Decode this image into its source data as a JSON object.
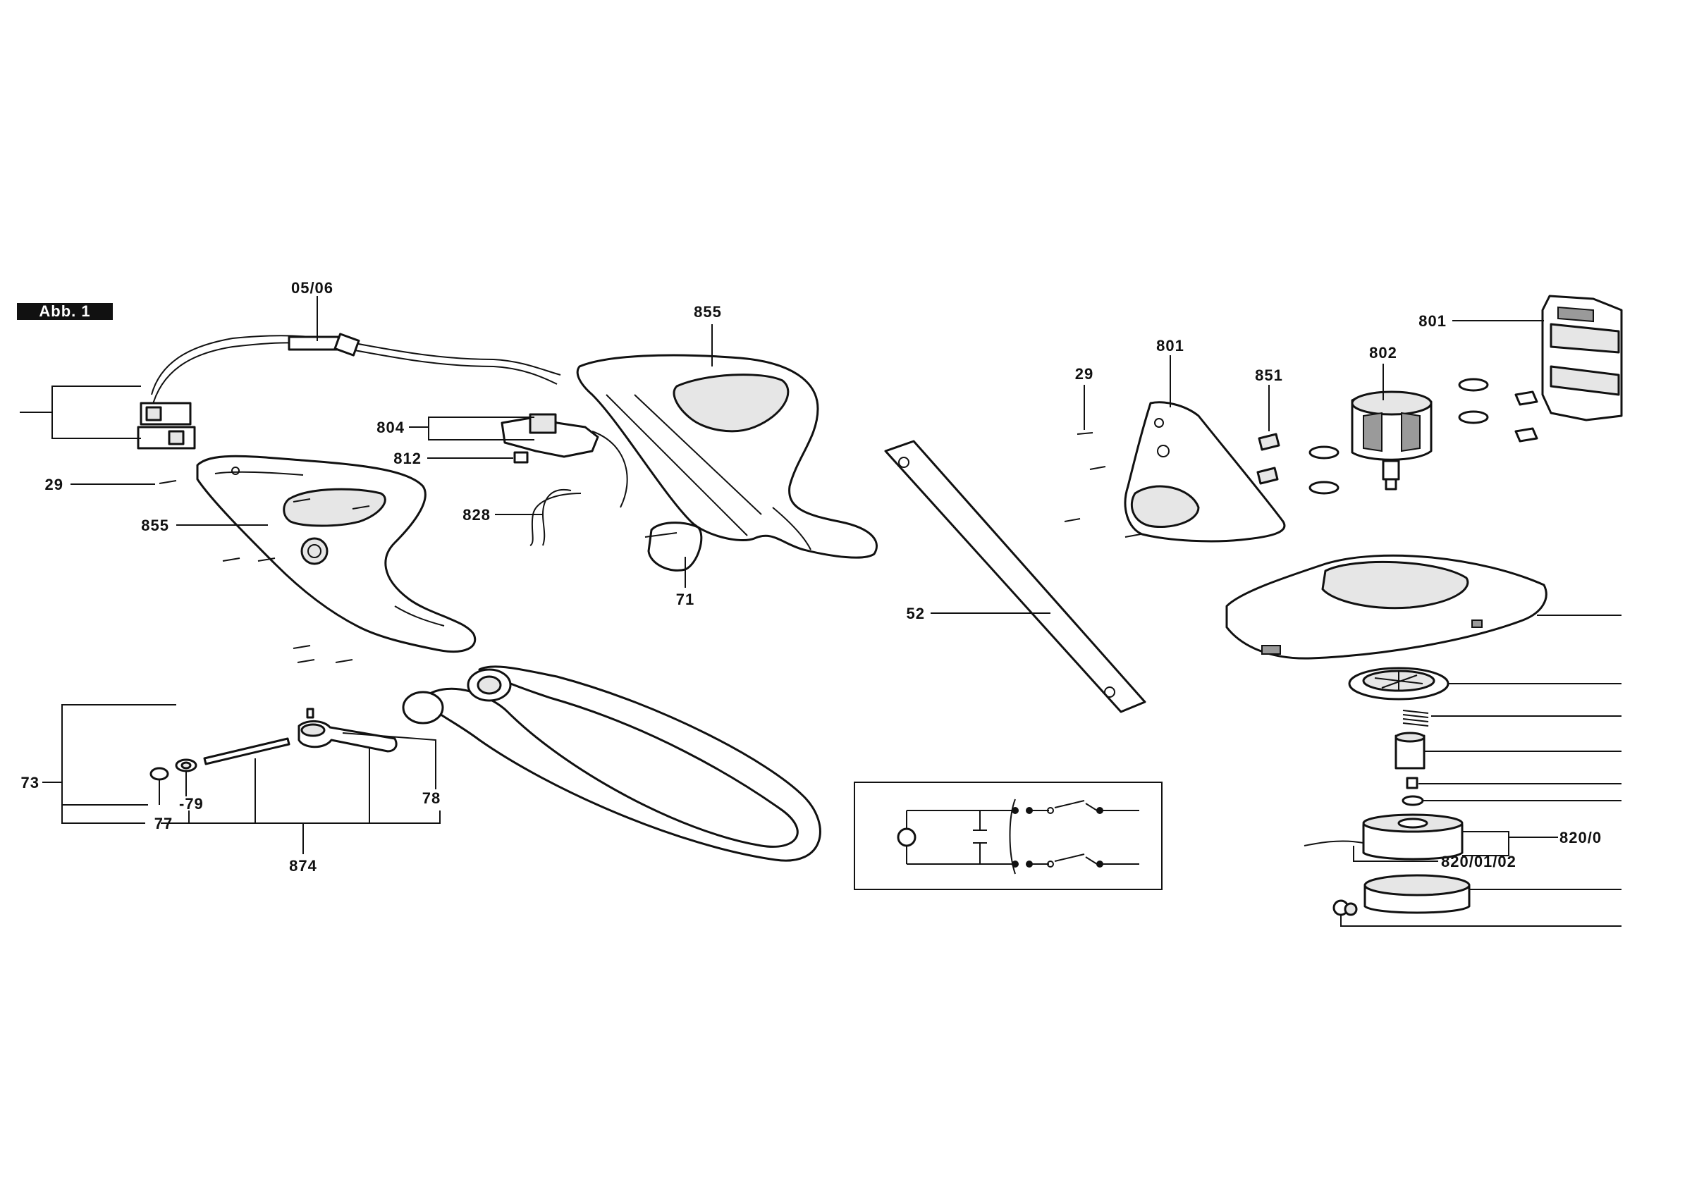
{
  "figure": {
    "title": "Abb. 1"
  },
  "labels": {
    "l0506": "05/06",
    "l855a": "855",
    "l855b": "855",
    "l804": "804",
    "l812": "812",
    "l828": "828",
    "l29a": "29",
    "l29b": "29",
    "l71": "71",
    "l52": "52",
    "l801a": "801",
    "l801b": "801",
    "l802": "802",
    "l851": "851",
    "l73": "73",
    "l77": "77",
    "l79": "-79",
    "l78": "78",
    "l874": "874",
    "l820a": "820/0",
    "l820b": "820/01/02"
  },
  "colors": {
    "ink": "#111111",
    "paper": "#ffffff",
    "shade": "#e6e6e6"
  }
}
